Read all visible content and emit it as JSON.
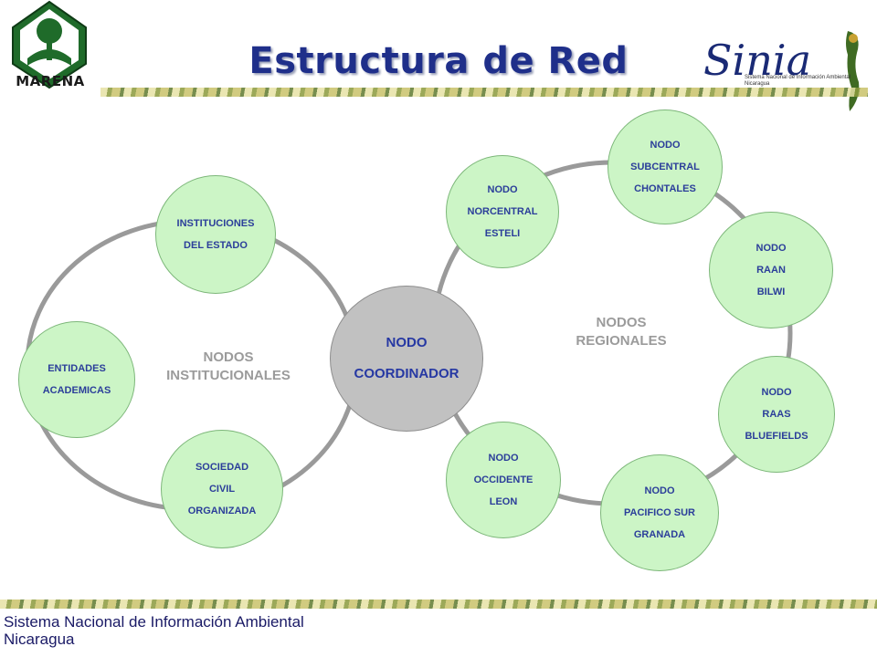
{
  "header": {
    "title": "Estructura de Red",
    "left_logo_text": "MARENA",
    "right_logo_text": "Sinia",
    "right_logo_subtitle": "Sistema Nacional de Información Ambiental Nicaragua"
  },
  "diagram": {
    "center": {
      "lines": [
        "NODO",
        "COORDINADOR"
      ]
    },
    "institutional": {
      "group_label": [
        "NODOS",
        "INSTITUCIONALES"
      ],
      "nodes": [
        {
          "id": "instituciones",
          "lines": [
            "INSTITUCIONES",
            "DEL ESTADO"
          ]
        },
        {
          "id": "entidades",
          "lines": [
            "ENTIDADES",
            "ACADEMICAS"
          ]
        },
        {
          "id": "sociedad",
          "lines": [
            "SOCIEDAD",
            "CIVIL",
            "ORGANIZADA"
          ]
        }
      ]
    },
    "regional": {
      "group_label": [
        "NODOS",
        "REGIONALES"
      ],
      "nodes": [
        {
          "id": "norcentral",
          "lines": [
            "NODO",
            "NORCENTRAL",
            "ESTELI"
          ]
        },
        {
          "id": "subcentral",
          "lines": [
            "NODO",
            "SUBCENTRAL",
            "CHONTALES"
          ]
        },
        {
          "id": "raan",
          "lines": [
            "NODO",
            "RAAN",
            "BILWI"
          ]
        },
        {
          "id": "raas",
          "lines": [
            "NODO",
            "RAAS",
            "BLUEFIELDS"
          ]
        },
        {
          "id": "pacifico",
          "lines": [
            "NODO",
            "PACIFICO SUR",
            "GRANADA"
          ]
        },
        {
          "id": "occidente",
          "lines": [
            "NODO",
            "OCCIDENTE",
            "LEON"
          ]
        }
      ]
    }
  },
  "footer": {
    "line1": "Sistema Nacional de Información Ambiental",
    "line2": "Nicaragua"
  },
  "colors": {
    "title": "#1f2f8a",
    "node_fill": "#ccf5c6",
    "node_text": "#2b3e9a",
    "center_fill": "#c1c1c1",
    "ring": "#9a9a9a",
    "group_label": "#9b9b9b"
  }
}
